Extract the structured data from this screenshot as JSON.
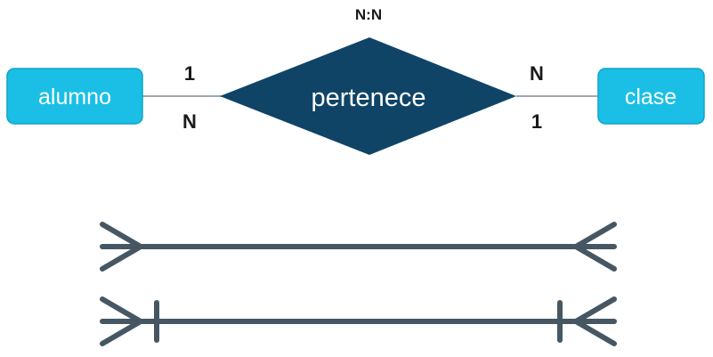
{
  "relationship": {
    "label": "pertenece",
    "ratio": "N:N"
  },
  "entities": {
    "left": {
      "label": "alumno"
    },
    "right": {
      "label": "clase"
    }
  },
  "cardinality": {
    "left_top": "1",
    "left_bottom": "N",
    "right_top": "N",
    "right_bottom": "1"
  },
  "notation": {
    "rows": [
      {
        "left_end": "crow-foot",
        "right_end": "crow-foot"
      },
      {
        "left_end": "crow-foot-with-bar",
        "right_end": "crow-foot-with-bar"
      }
    ]
  },
  "colors": {
    "entity_fill": "#1bbfe6",
    "entity_stroke": "#0fa3c9",
    "relationship_fill": "#0f4466",
    "connector_line": "#a0a8ad",
    "notation_line": "#465763",
    "label_text": "#1a1a1a"
  }
}
